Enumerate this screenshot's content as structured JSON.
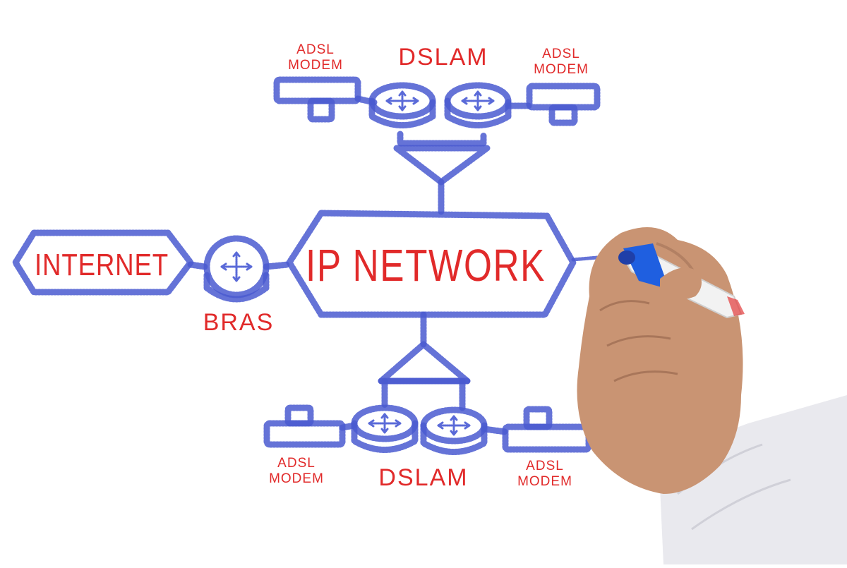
{
  "diagram": {
    "center": {
      "label": "IP NETWORK"
    },
    "internet": {
      "label": "INTERNET"
    },
    "bras": {
      "label": "BRAS"
    },
    "top": {
      "dslam_label": "DSLAM",
      "modem_left_line1": "ADSL",
      "modem_left_line2": "MODEM",
      "modem_right_line1": "ADSL",
      "modem_right_line2": "MODEM"
    },
    "bottom": {
      "dslam_label": "DSLAM",
      "modem_left_line1": "ADSL",
      "modem_left_line2": "MODEM",
      "modem_right_line1": "ADSL",
      "modem_right_line2": "MODEM"
    },
    "colors": {
      "ink_blue": "#4a5ad0",
      "label_red": "#e12a2a",
      "marker_blue": "#1f5fe0"
    }
  }
}
